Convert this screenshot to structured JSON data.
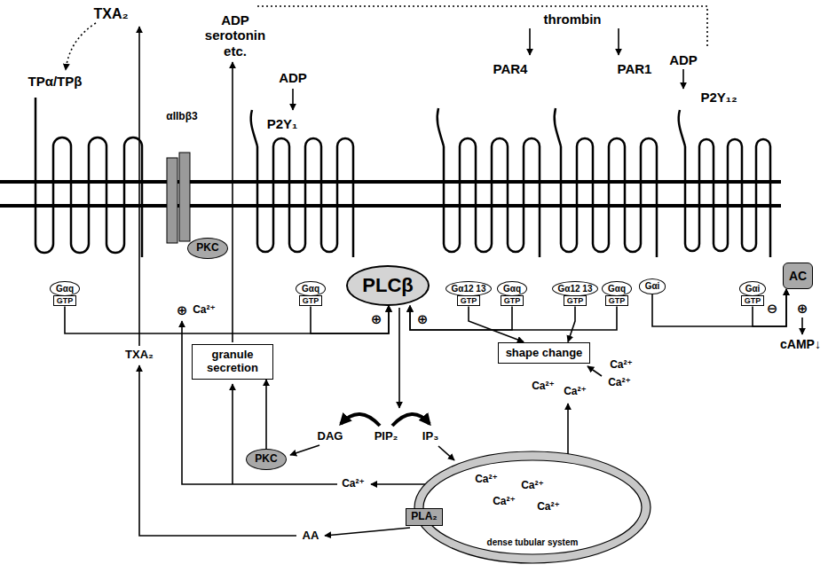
{
  "diagram": {
    "nodes": [
      {
        "text": [
          "PKC"
        ]
      },
      {
        "text": [
          "PLCβ"
        ]
      },
      {
        "text": [
          "AC"
        ]
      },
      {
        "text": [
          "Gαq",
          "GTP"
        ]
      },
      {
        "text": [
          "Gαq",
          "GTP"
        ]
      },
      {
        "text": [
          "Gα12 13",
          "GTP"
        ]
      },
      {
        "text": [
          "Gαq",
          "GTP"
        ]
      },
      {
        "text": [
          "Gα12 13",
          "GTP"
        ]
      },
      {
        "text": [
          "Gαq",
          "GTP"
        ]
      },
      {
        "text": [
          "Gαi"
        ]
      },
      {
        "text": [
          "Gαi",
          "GTP"
        ]
      },
      {
        "text": [
          "granule secretion"
        ]
      },
      {
        "text": [
          "shape change"
        ]
      },
      {
        "text": [
          "PKC"
        ]
      },
      {
        "text": [
          "Ca²⁺",
          "Ca²⁺",
          "Ca²⁺",
          "Ca²⁺",
          "dense tubular system"
        ]
      },
      {
        "text": [
          "PLA₂"
        ]
      }
    ],
    "edges": [
      {
        "from": 3,
        "to": 1,
        "arrow": "to"
      },
      {
        "from": 4,
        "to": 1,
        "arrow": "to"
      },
      {
        "from": 6,
        "to": 1,
        "arrow": "to"
      },
      {
        "from": 8,
        "to": 1,
        "arrow": "to"
      },
      {
        "from": 5,
        "to": 12,
        "arrow": "to"
      },
      {
        "from": 7,
        "to": 12,
        "arrow": "to"
      },
      {
        "from": 9,
        "to": 2,
        "arrow": "to"
      },
      {
        "from": 10,
        "to": 2,
        "arrow": "to"
      },
      {
        "from": 13,
        "to": 11,
        "arrow": "to"
      }
    ],
    "labels": [
      "TXA₂",
      "ADP serotonin etc.",
      "TPα/TPβ",
      "αIIbβ3",
      "ADP",
      "P2Y₁",
      "thrombin",
      "PAR4",
      "PAR1",
      "ADP",
      "P2Y₁₂",
      "⊕",
      "Ca²⁺",
      "⊕",
      "⊕",
      "⊖",
      "⊕",
      "cAMP↓",
      "TXA₂",
      "DAG",
      "PIP₂",
      "IP₃",
      "Ca²⁺",
      "Ca²⁺",
      "Ca²⁺",
      "Ca²⁺",
      "Ca²⁺",
      "AA"
    ]
  }
}
